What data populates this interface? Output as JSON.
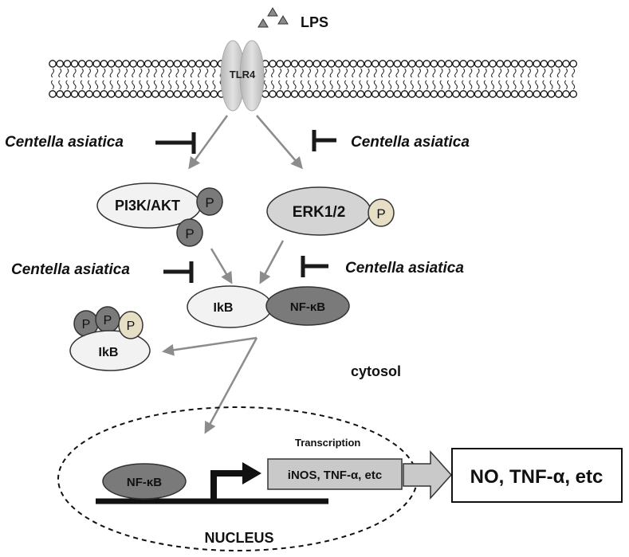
{
  "labels": {
    "lps": "LPS",
    "tlr4": "TLR4",
    "inhibitor": "Centella asiatica",
    "pi3k_akt": "PI3K/AKT",
    "erk": "ERK1/2",
    "phospho": "P",
    "ikb": "IkB",
    "nfkb": "NF-κB",
    "cytosol": "cytosol",
    "transcription": "Transcription",
    "genes": "iNOS, TNF-α, etc",
    "output": "NO, TNF-α, etc",
    "nucleus": "NUCLEUS"
  },
  "colors": {
    "dark_protein": "#7a7a7a",
    "light_protein": "#f2f2f2",
    "mid_protein": "#d4d4d4",
    "active_phosphate": "#e6dfc6",
    "arrow": "#8c8c8c",
    "inhibitor_bar": "#1a1a1a",
    "receptor": "#c8c8c8"
  }
}
